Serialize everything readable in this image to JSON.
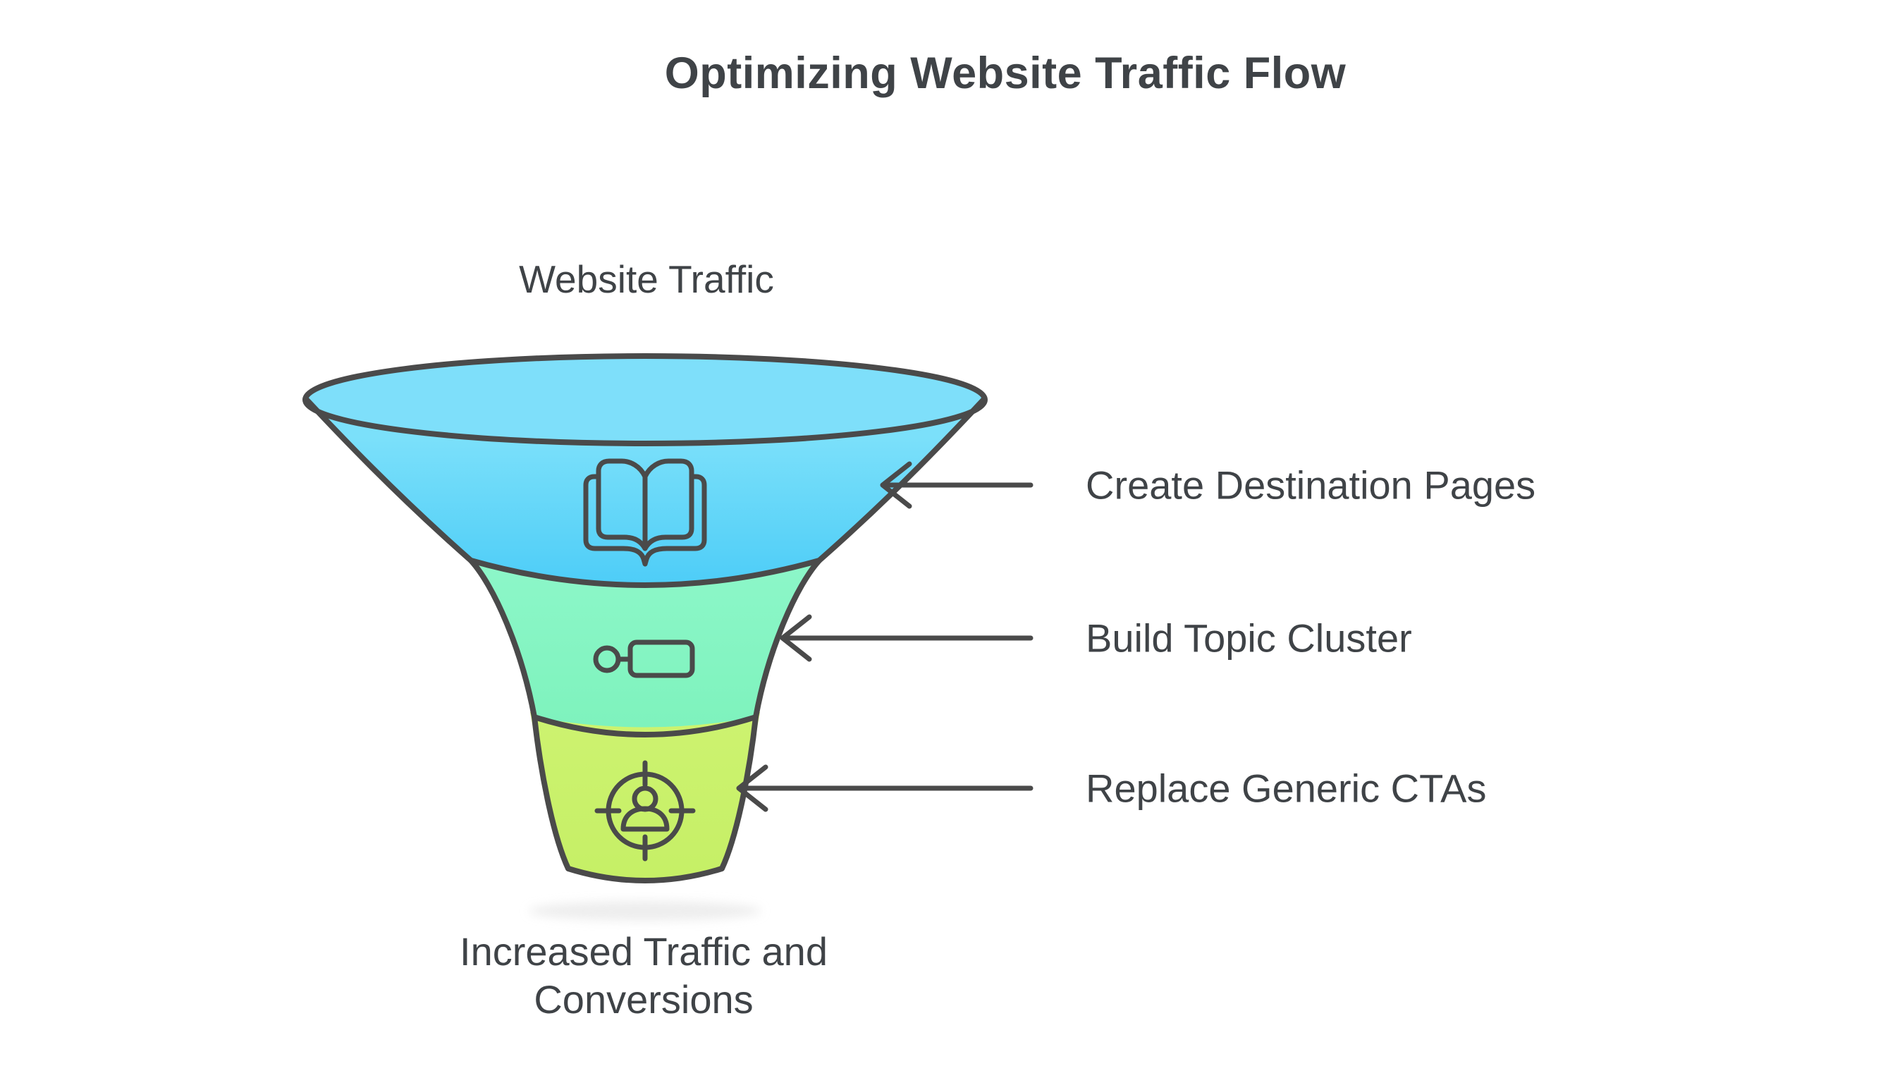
{
  "title": "Optimizing Website Traffic Flow",
  "funnel": {
    "top_label": "Website Traffic",
    "bottom_label": "Increased Traffic and Conversions",
    "stages": [
      {
        "label": "Create Destination Pages",
        "icon": "open-book-icon",
        "fill_top": "#7be0fa",
        "fill_bottom": "#49cbf7"
      },
      {
        "label": "Build Topic Cluster",
        "icon": "toggle-icon",
        "fill_top": "#8df7c9",
        "fill_bottom": "#7df2bc"
      },
      {
        "label": "Replace Generic CTAs",
        "icon": "target-audience-icon",
        "fill_top": "#cdf370",
        "fill_bottom": "#c5ef65"
      }
    ]
  },
  "colors": {
    "background": "#ffffff",
    "outline": "#4a4a4a",
    "text": "#3f4347",
    "bowl_fill": "#7edffa",
    "shadow": "#e9e9e9"
  }
}
